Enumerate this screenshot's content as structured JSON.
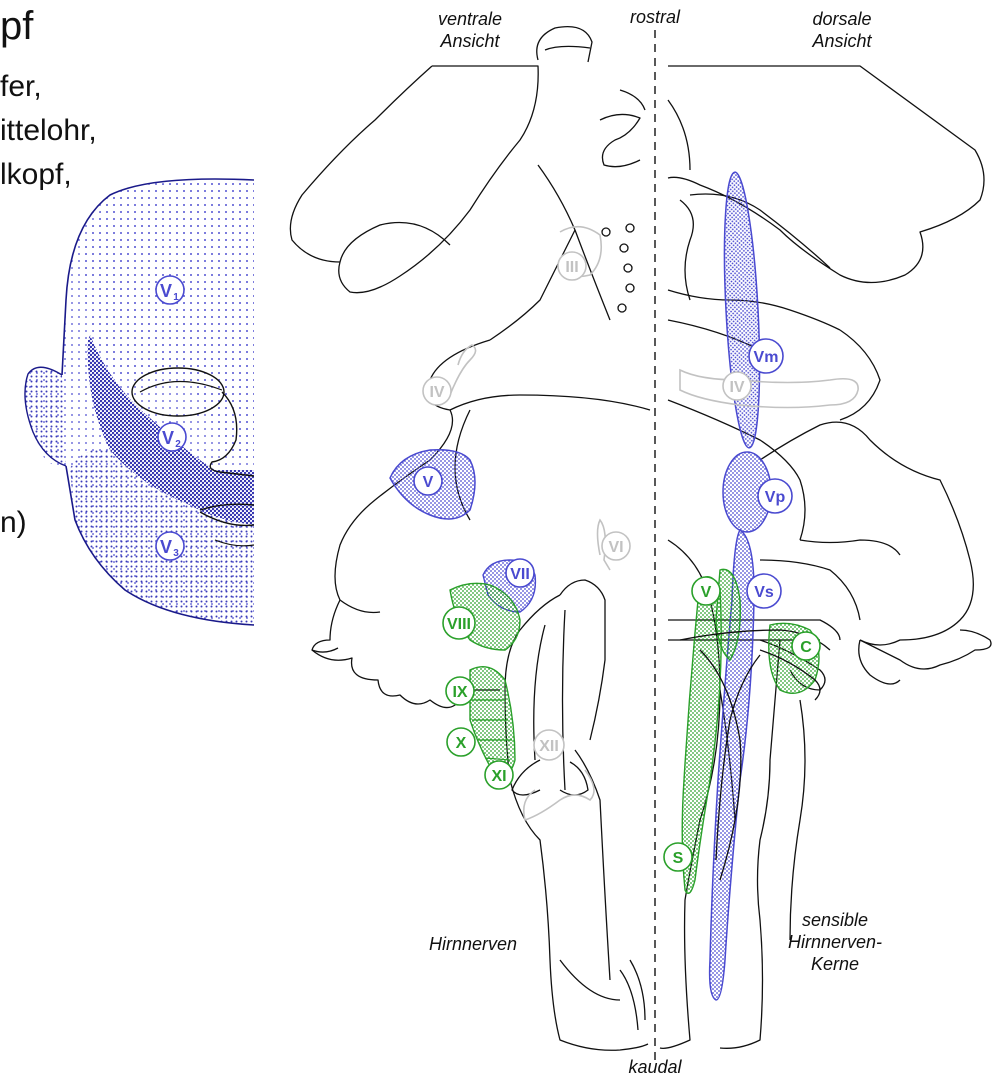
{
  "left_text": {
    "title_fragment": "pf",
    "line1": "fer,",
    "line2": "ittelohr,",
    "line3": "lkopf,",
    "line4": "n)"
  },
  "face_map": {
    "v1": "V",
    "v1_sub": "1",
    "v2": "V",
    "v2_sub": "2",
    "v3": "V",
    "v3_sub": "3"
  },
  "orientation": {
    "rostral": "rostral",
    "kaudal": "kaudal",
    "ventral_line1": "ventrale",
    "ventral_line2": "Ansicht",
    "dorsal_line1": "dorsale",
    "dorsal_line2": "Ansicht"
  },
  "cranial_nerves": {
    "III": "III",
    "IV_left": "IV",
    "V": "V",
    "VI": "VI",
    "VII": "VII",
    "VIII": "VIII",
    "IX": "IX",
    "X": "X",
    "XI": "XI",
    "XII": "XII"
  },
  "nuclei": {
    "Vm": "Vm",
    "IV_right": "IV",
    "Vp": "Vp",
    "Vs": "Vs",
    "V_green": "V",
    "C": "C",
    "S": "S"
  },
  "section_labels": {
    "hirnnerven": "Hirnnerven",
    "sensible_line1": "sensible",
    "sensible_line2": "Hirnnerven-",
    "sensible_line3": "Kerne"
  },
  "colors": {
    "blue": "#4a4ad0",
    "green": "#2aa02a",
    "grey": "#c2c2c2",
    "outline": "#111111"
  }
}
